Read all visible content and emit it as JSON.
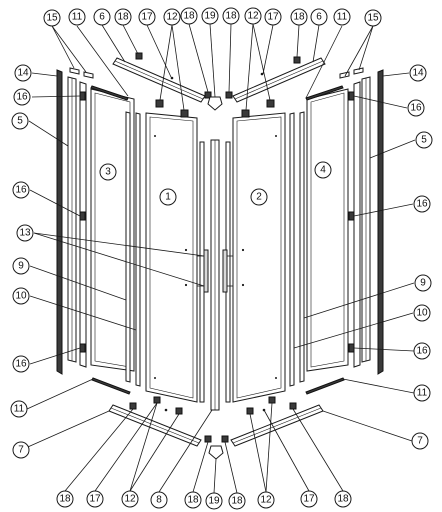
{
  "diagram": {
    "callouts": [
      {
        "id": "c1",
        "text": "1"
      },
      {
        "id": "c2",
        "text": "2"
      },
      {
        "id": "c3",
        "text": "3"
      },
      {
        "id": "c4",
        "text": "4"
      },
      {
        "id": "c5l",
        "text": "5"
      },
      {
        "id": "c5r",
        "text": "5"
      },
      {
        "id": "c6l",
        "text": "6"
      },
      {
        "id": "c6r",
        "text": "6"
      },
      {
        "id": "c7l",
        "text": "7"
      },
      {
        "id": "c7r",
        "text": "7"
      },
      {
        "id": "c8",
        "text": "8"
      },
      {
        "id": "c9l",
        "text": "9"
      },
      {
        "id": "c9r",
        "text": "9"
      },
      {
        "id": "c10l",
        "text": "10"
      },
      {
        "id": "c10r",
        "text": "10"
      },
      {
        "id": "c11tl",
        "text": "11"
      },
      {
        "id": "c11tr",
        "text": "11"
      },
      {
        "id": "c11bl",
        "text": "11"
      },
      {
        "id": "c11br",
        "text": "11"
      },
      {
        "id": "c12tl",
        "text": "12"
      },
      {
        "id": "c12tr",
        "text": "12"
      },
      {
        "id": "c12bl",
        "text": "12"
      },
      {
        "id": "c12br",
        "text": "12"
      },
      {
        "id": "c13",
        "text": "13"
      },
      {
        "id": "c14l",
        "text": "14"
      },
      {
        "id": "c14r",
        "text": "14"
      },
      {
        "id": "c15l",
        "text": "15"
      },
      {
        "id": "c15r",
        "text": "15"
      },
      {
        "id": "c16l1",
        "text": "16"
      },
      {
        "id": "c16l2",
        "text": "16"
      },
      {
        "id": "c16l3",
        "text": "16"
      },
      {
        "id": "c16r1",
        "text": "16"
      },
      {
        "id": "c16r2",
        "text": "16"
      },
      {
        "id": "c16r3",
        "text": "16"
      },
      {
        "id": "c17tl",
        "text": "17"
      },
      {
        "id": "c17tr",
        "text": "17"
      },
      {
        "id": "c17bl",
        "text": "17"
      },
      {
        "id": "c17br",
        "text": "17"
      },
      {
        "id": "c18t1",
        "text": "18"
      },
      {
        "id": "c18t2",
        "text": "18"
      },
      {
        "id": "c18t3",
        "text": "18"
      },
      {
        "id": "c18t4",
        "text": "18"
      },
      {
        "id": "c18b1",
        "text": "18"
      },
      {
        "id": "c18b2",
        "text": "18"
      },
      {
        "id": "c18b3",
        "text": "18"
      },
      {
        "id": "c18b4",
        "text": "18"
      },
      {
        "id": "c19t",
        "text": "19"
      },
      {
        "id": "c19b",
        "text": "19"
      }
    ]
  }
}
